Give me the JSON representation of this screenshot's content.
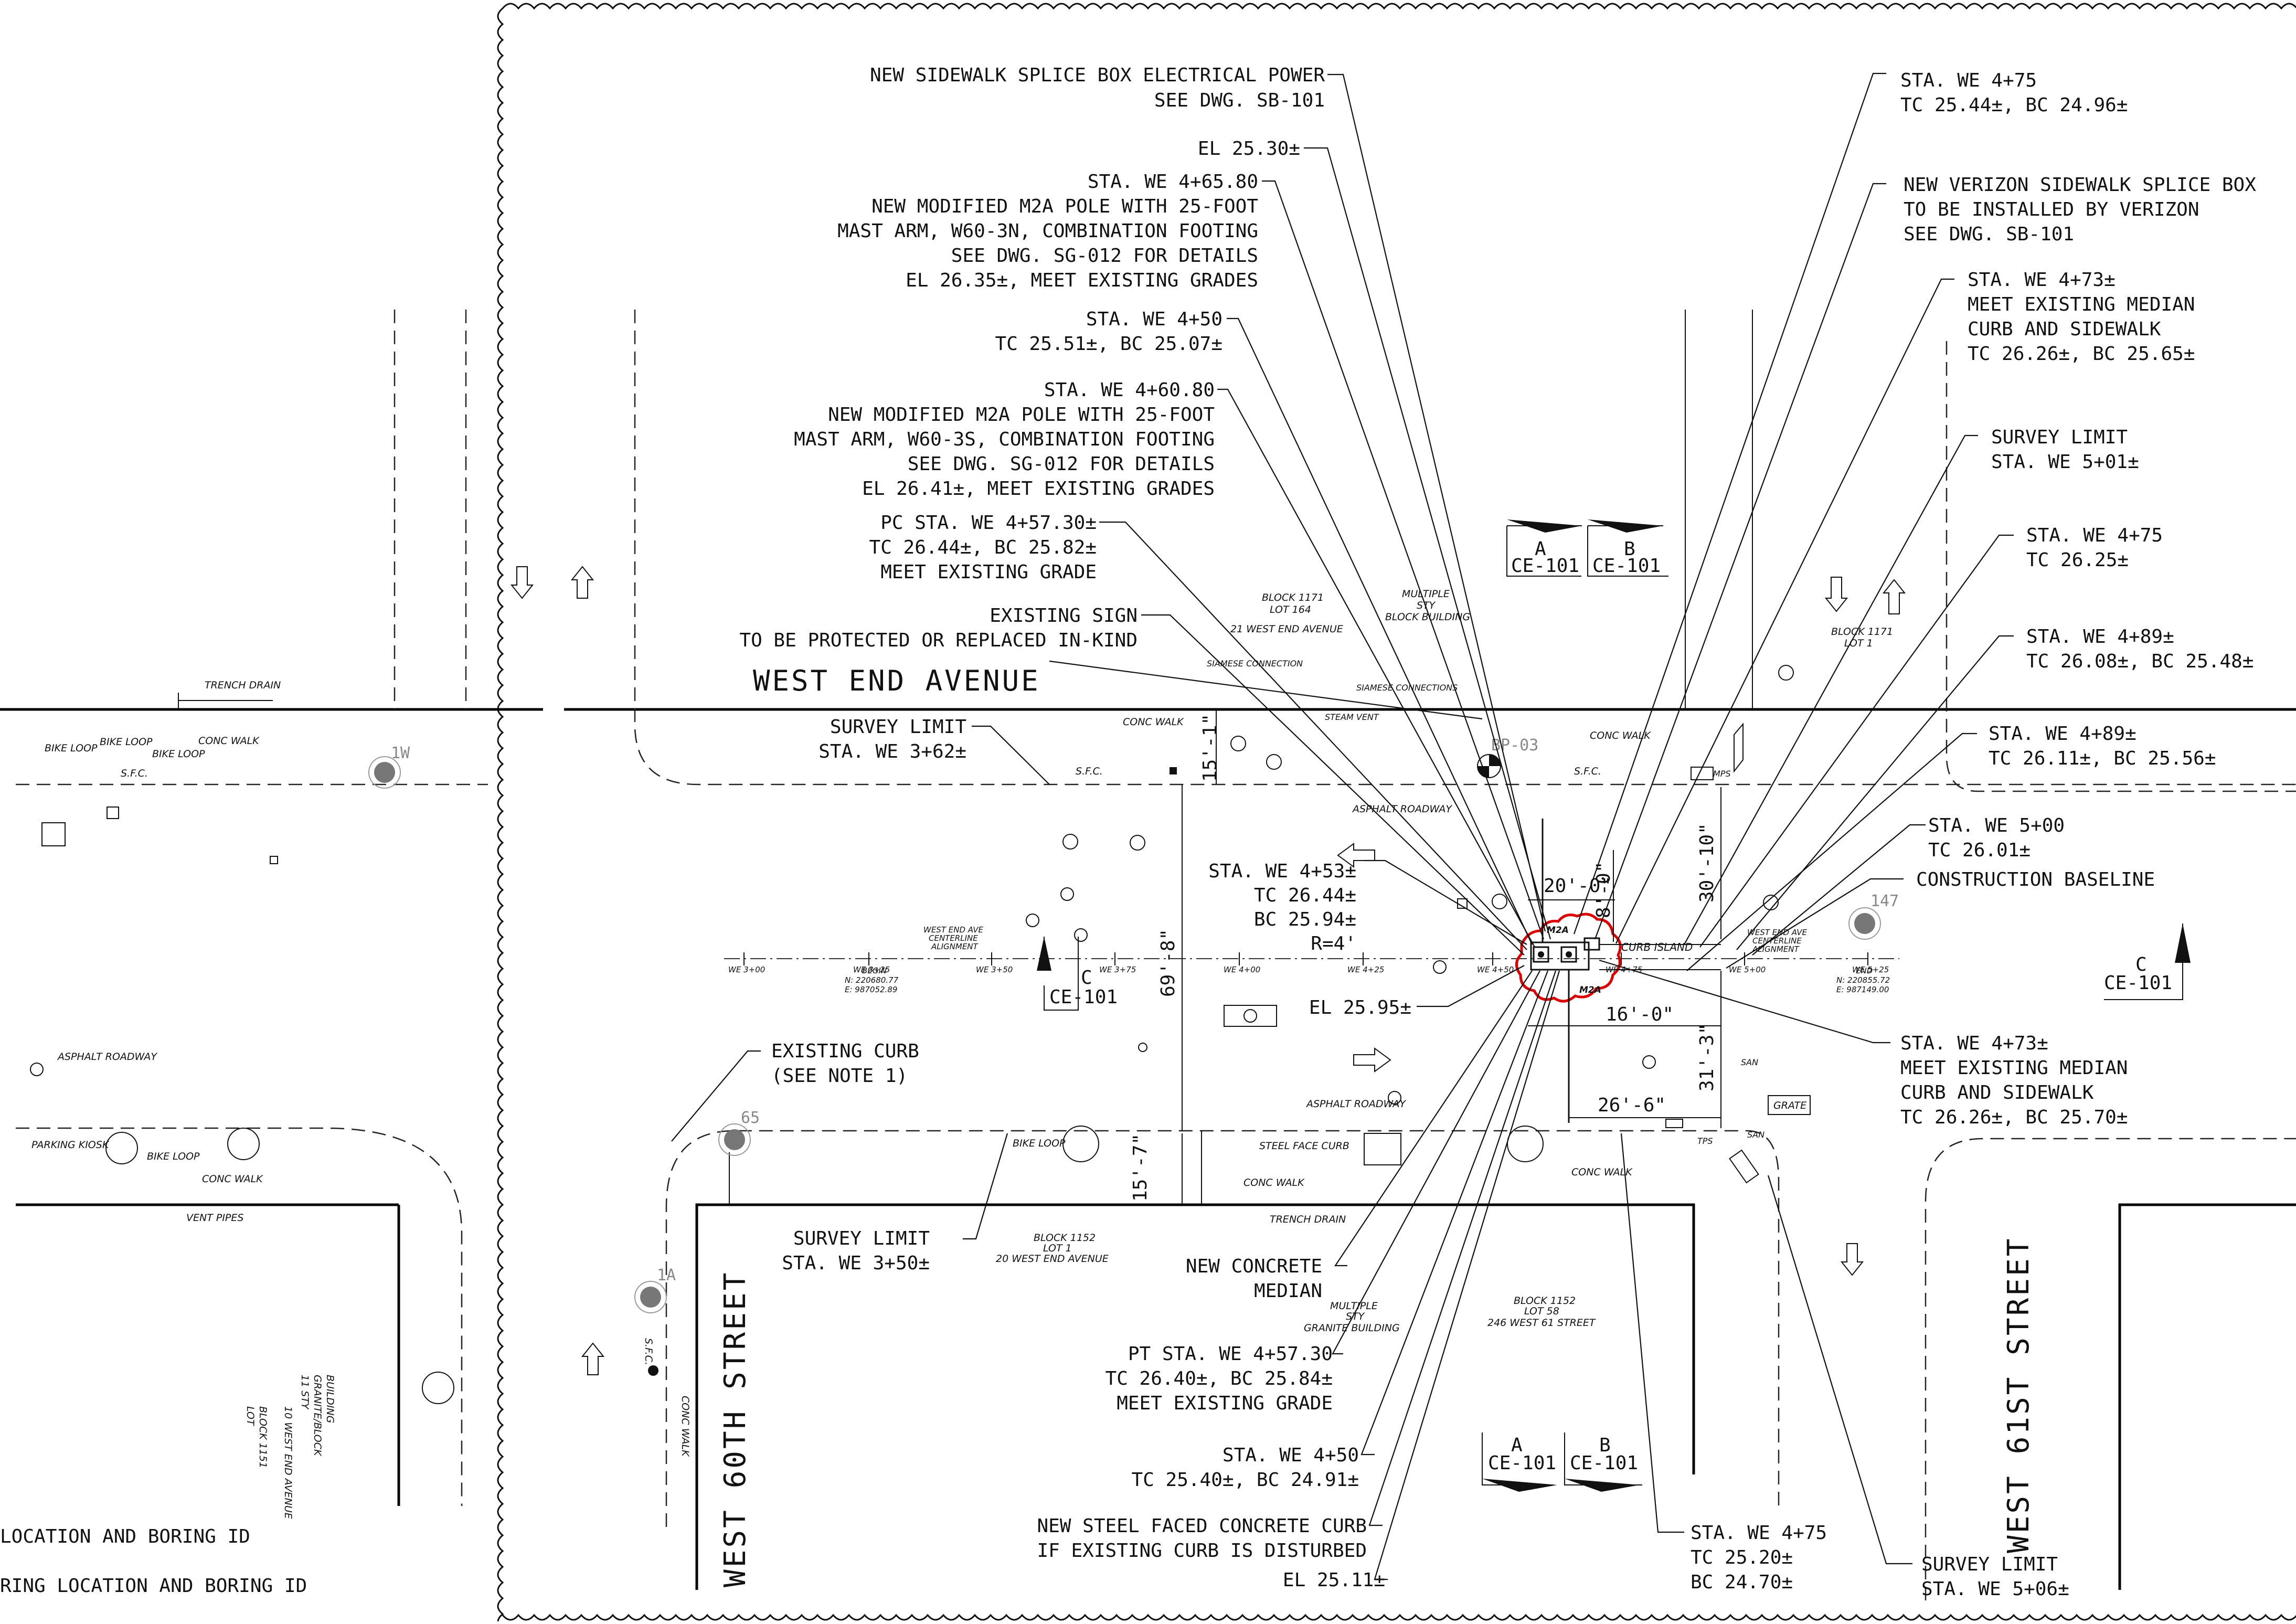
{
  "streets": {
    "west_end_avenue": "WEST END AVENUE",
    "west_60th_street": "WEST 60TH STREET",
    "west_61st_street": "WEST 61ST STREET"
  },
  "left_notes": {
    "note_1": "LOCATION AND BORING ID",
    "note_2": "RING LOCATION AND BORING ID"
  },
  "callouts_upper_center": {
    "splice_box_line1": "NEW SIDEWALK SPLICE BOX ELECTRICAL POWER",
    "splice_box_line2": "SEE DWG. SB-101",
    "el_2530": "EL 25.30±",
    "pole_n_sta": "STA. WE 4+65.80",
    "pole_n_l1": "NEW MODIFIED M2A POLE WITH 25-FOOT",
    "pole_n_l2": "MAST ARM, W60-3N, COMBINATION FOOTING",
    "pole_n_l3": "SEE DWG. SG-012 FOR DETAILS",
    "pole_n_l4": "EL 26.35±, MEET EXISTING GRADES",
    "sta450_a": "STA. WE 4+50",
    "sta450_a_tc": "TC 25.51±, BC 25.07±",
    "pole_s_sta": "STA. WE 4+60.80",
    "pole_s_l1": "NEW MODIFIED M2A POLE WITH 25-FOOT",
    "pole_s_l2": "MAST ARM, W60-3S, COMBINATION FOOTING",
    "pole_s_l3": "SEE DWG. SG-012 FOR DETAILS",
    "pole_s_l4": "EL 26.41±, MEET EXISTING GRADES",
    "pc_sta": "PC STA. WE 4+57.30±",
    "pc_tc": "TC 26.44±, BC 25.82±",
    "pc_meet": "MEET EXISTING GRADE",
    "sign_l1": "EXISTING  SIGN",
    "sign_l2": "TO BE PROTECTED OR REPLACED IN-KIND",
    "survey_362_l1": "SURVEY LIMIT",
    "survey_362_l2": "STA. WE 3+62±"
  },
  "callouts_middle": {
    "sta453": "STA. WE 4+53±",
    "sta453_tc": "TC 26.44±",
    "sta453_bc": "BC 25.94±",
    "sta453_r": "R=4'",
    "el_2595": "EL 25.95±",
    "existing_curb_l1": "EXISTING CURB",
    "existing_curb_l2": "(SEE NOTE 1)"
  },
  "callouts_lower": {
    "survey_350_l1": "SURVEY LIMIT",
    "survey_350_l2": "STA. WE 3+50±",
    "median_l1": "NEW CONCRETE",
    "median_l2": "MEDIAN",
    "pt_sta": "PT STA. WE 4+57.30",
    "pt_tc": "TC 26.40±, BC 25.84±",
    "pt_meet": "MEET EXISTING GRADE",
    "sta450_b": "STA. WE 4+50",
    "sta450_b_tc": "TC 25.40±, BC 24.91±",
    "steel_curb_l1": "NEW STEEL FACED CONCRETE CURB",
    "steel_curb_l2": "IF EXISTING CURB IS DISTURBED",
    "el_2511": "EL 25.11±",
    "sta475_c": "STA. WE 4+75",
    "sta475_c_tc": "TC 25.20±",
    "sta475_c_bc": "BC 24.70±",
    "survey_506_l1": "SURVEY LIMIT",
    "survey_506_l2": "STA. WE 5+06±"
  },
  "callouts_right": {
    "sta475_a": "STA. WE 4+75",
    "sta475_a_tc": "TC 25.44±, BC 24.96±",
    "verizon_l1": "NEW VERIZON SIDEWALK SPLICE BOX",
    "verizon_l2": "TO BE INSTALLED BY VERIZON",
    "verizon_l3": "SEE DWG. SB-101",
    "sta473_a": "STA. WE 4+73±",
    "sta473_a_l1": "MEET EXISTING MEDIAN",
    "sta473_a_l2": "CURB AND SIDEWALK",
    "sta473_a_tc": "TC 26.26±, BC 25.65±",
    "survey_501_l1": "SURVEY LIMIT",
    "survey_501_l2": "STA. WE 5+01±",
    "sta475_b": "STA. WE 4+75",
    "sta475_b_tc": "TC 26.25±",
    "sta489_a": "STA. WE 4+89±",
    "sta489_a_tc": "TC 26.08±, BC 25.48±",
    "sta489_b": "STA. WE 4+89±",
    "sta489_b_tc": "TC 26.11±, BC 25.56±",
    "sta500": "STA. WE 5+00",
    "sta500_tc": "TC 26.01±",
    "baseline": "CONSTRUCTION BASELINE",
    "sta473_b": "STA. WE 4+73±",
    "sta473_b_l1": "MEET EXISTING MEDIAN",
    "sta473_b_l2": "CURB AND SIDEWALK",
    "sta473_b_tc": "TC 26.26±, BC 25.70±"
  },
  "dimensions": {
    "d_20_0": "20'-0\"",
    "d_8_0": "8'-0\"",
    "d_30_10": "30'-10\"",
    "d_15_1": "15'-1\"",
    "d_69_8": "69'-8\"",
    "d_16_0": "16'-0\"",
    "d_31_3": "31'-3\"",
    "d_26_6": "26'-6\"",
    "d_15_7": "15'-7\""
  },
  "section_marks": {
    "a_letter": "A",
    "b_letter": "B",
    "c_letter": "C",
    "ref": "CE-101"
  },
  "borings": {
    "bp03": "BP-03",
    "b147": "147",
    "b65": "65",
    "b1a": "1A",
    "b1w": "1W"
  },
  "site_labels": {
    "conc_walk": "CONC WALK",
    "asphalt_roadway": "ASPHALT ROADWAY",
    "sfc": "S.F.C.",
    "bike_loop": "BIKE LOOP",
    "trench_drain": "TRENCH DRAIN",
    "steel_face_curb": "STEEL FACE CURB",
    "grate": "GRATE",
    "block_1171_64_l1": "BLOCK 1171",
    "block_1171_64_l2": "LOT 164",
    "block_1171_64_l3": "21 WEST END AVENUE",
    "multiple_sty_l1": "MULTIPLE",
    "multiple_sty_l2": "STY",
    "multiple_sty_l3": "BLOCK BUILDING",
    "block_1171_1_l1": "BLOCK 1171",
    "block_1171_1_l2": "LOT 1",
    "block_1152_1_l1": "BLOCK 1152",
    "block_1152_1_l2": "LOT 1",
    "block_1152_1_l3": "20 WEST END AVENUE",
    "granite_l1": "MULTIPLE",
    "granite_l2": "STY",
    "granite_l3": "GRANITE BUILDING",
    "block_1152_58_l1": "BLOCK 1152",
    "block_1152_58_l2": "LOT 58",
    "block_1152_58_l3": "246 WEST 61 STREET",
    "siamese_1": "SIAMESE CONNECTION",
    "siamese_2": "SIAMESE CONNECTIONS",
    "steam_vent": "STEAM VENT",
    "parking_kiosk": "PARKING KIOSK",
    "vent_pipes": "VENT PIPES",
    "san": "SAN",
    "curb_island": "CURB ISLAND",
    "m2a": "M2A",
    "tps": "TPS",
    "mps": "MPS",
    "begin_l1": "BEGIN",
    "begin_l2": "N: 220680.77",
    "begin_l3": "E: 987052.89",
    "end_l1": "END",
    "end_l2": "N: 220855.72",
    "end_l3": "E: 987149.00",
    "centerline_l1": "WEST END AVE",
    "centerline_l2": "CENTERLINE",
    "centerline_l3": "ALIGNMENT",
    "granite_block_l1": "11 STY",
    "granite_block_l2": "GRANITE/BLOCK",
    "granite_block_l3": "BUILDING",
    "block_1151_l1": "BLOCK 1151",
    "block_1151_l2": "LOT",
    "block_1151_l3": "10 WEST END AVENUE"
  },
  "stations": [
    "WE 3+00",
    "WE 3+25",
    "WE 3+50",
    "WE 3+75",
    "WE 4+00",
    "WE 4+25",
    "WE 4+50",
    "WE 4+75",
    "WE 5+00",
    "WE 5+25"
  ]
}
